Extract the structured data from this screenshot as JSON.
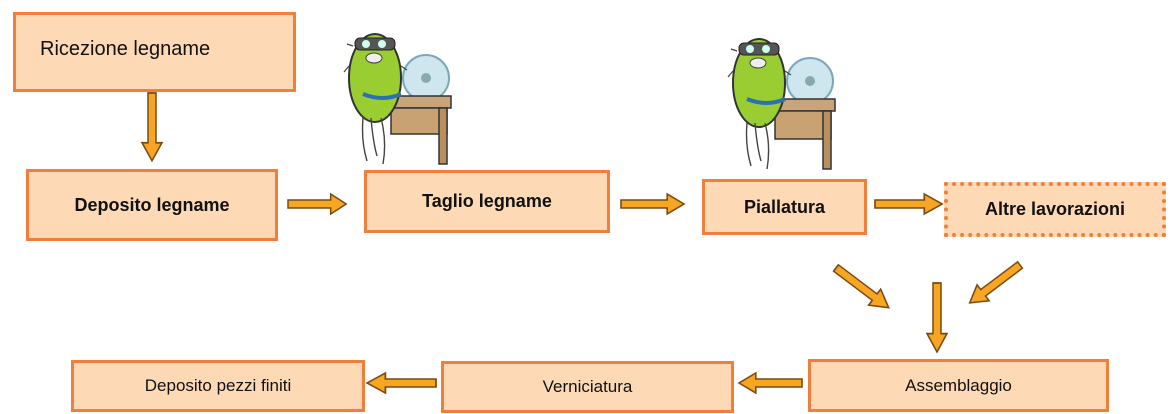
{
  "diagram": {
    "nodes": {
      "ricezione": "Ricezione legname",
      "deposito": "Deposito legname",
      "taglio": "Taglio legname",
      "piallatura": "Piallatura",
      "altre": "Altre lavorazioni",
      "assemblaggio": "Assemblaggio",
      "verniciatura": "Verniciatura",
      "deposito_finiti": "Deposito pezzi finiti"
    },
    "colors": {
      "box_fill": "#fdd9b5",
      "box_border": "#ef7f3a",
      "arrow_fill": "#f6a623",
      "arrow_stroke": "#7a4a12"
    },
    "illustrations": [
      "worker-at-saw-illustration",
      "worker-at-planer-illustration"
    ]
  }
}
